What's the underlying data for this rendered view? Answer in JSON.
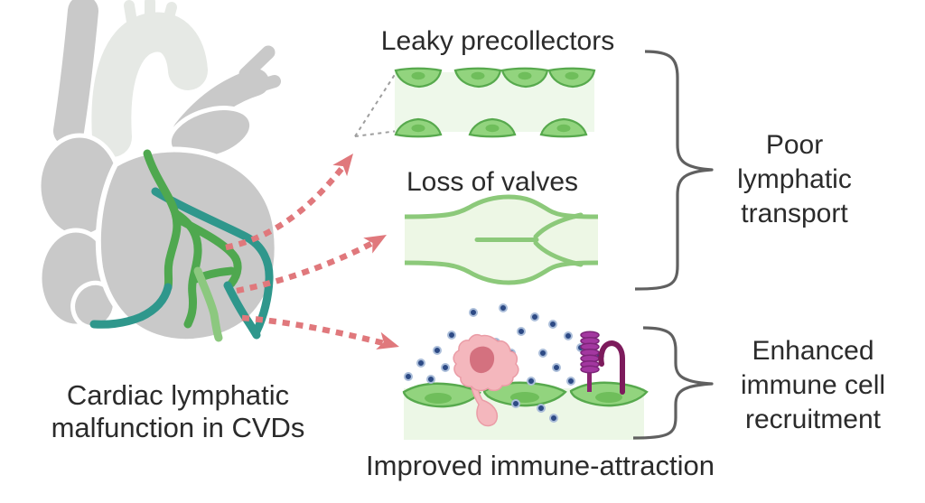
{
  "figure": {
    "heart": {
      "caption_line1": "Cardiac lymphatic",
      "caption_line2": "malfunction in CVDs"
    },
    "findings": {
      "leaky": {
        "title": "Leaky precollectors"
      },
      "valves": {
        "title": "Loss of valves"
      },
      "immune": {
        "caption": "Improved immune-attraction"
      }
    },
    "outcomes": {
      "poor_transport": {
        "line1": "Poor",
        "line2": "lymphatic",
        "line3": "transport"
      },
      "immune_recruitment": {
        "line1": "Enhanced",
        "line2": "immune cell",
        "line3": "recruitment"
      }
    },
    "colors": {
      "heart_gray": "#c9c9c9",
      "aorta_light_gray": "#e6e9e5",
      "lymph_green": "#4fa84f",
      "lymph_light_green": "#8cc87f",
      "lymph_teal": "#2f978c",
      "arrow_pink": "#e0787c",
      "cell_green": "#92d47e",
      "cell_outline_green": "#57a94d",
      "nucleus_green": "#6fbe5b",
      "panel_bg_green": "#edf7e6",
      "immune_cell_pink": "#f4b6bc",
      "immune_nucleus_pink": "#d4717f",
      "chemokine_blue": "#2d4a85",
      "receptor_coil_purple": "#9b2f96",
      "receptor_hook_magenta": "#7d1b5c",
      "brace_gray": "#606060",
      "text_dark": "#2b2b2b"
    }
  }
}
